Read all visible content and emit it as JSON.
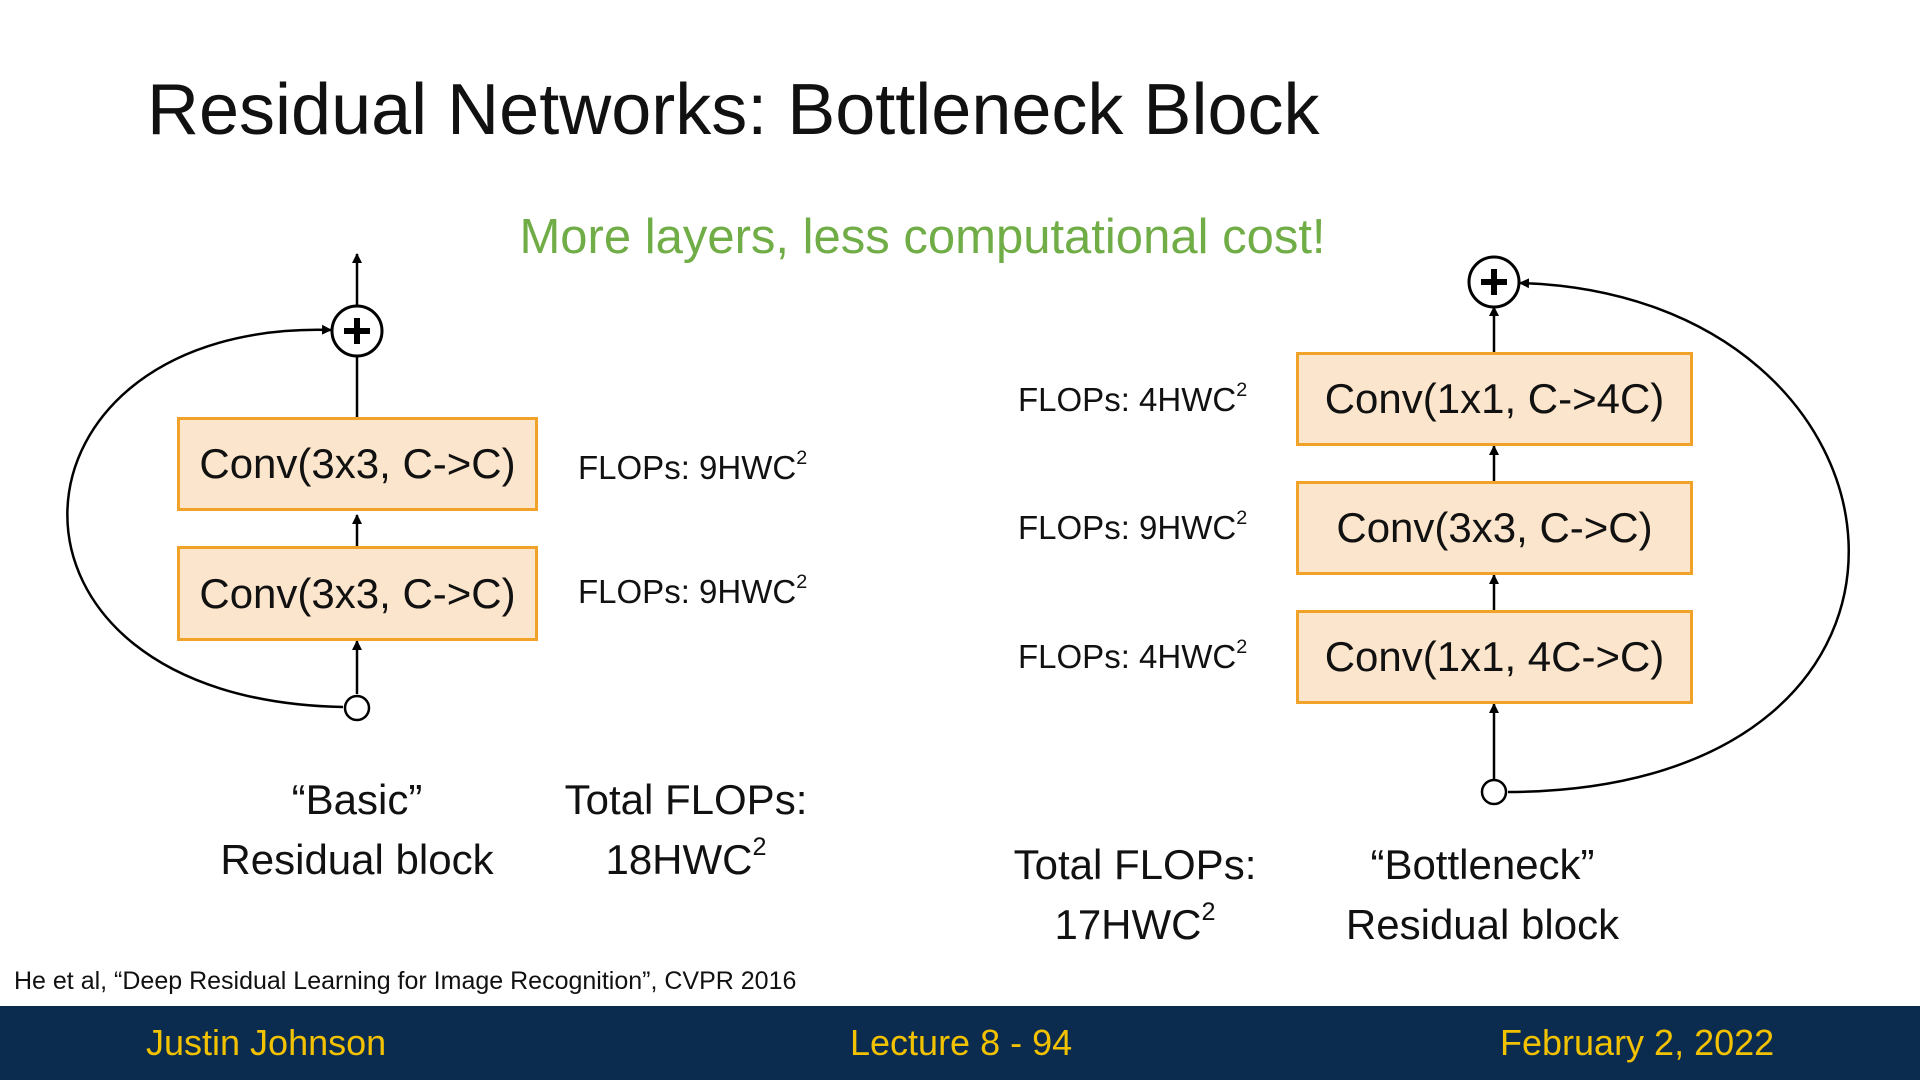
{
  "slide": {
    "title": "Residual Networks: Bottleneck Block",
    "subtitle": "More layers, less computational cost!",
    "citation": "He et al, “Deep Residual Learning for Image Recognition”, CVPR 2016"
  },
  "basic_block": {
    "layers": [
      {
        "label": "Conv(3x3, C->C)",
        "flops_prefix": "FLOPs: 9HWC",
        "flops_exp": "2"
      },
      {
        "label": "Conv(3x3, C->C)",
        "flops_prefix": "FLOPs: 9HWC",
        "flops_exp": "2"
      }
    ],
    "label_line1": "“Basic”",
    "label_line2": "Residual block",
    "total_line1": "Total FLOPs:",
    "total_base": "18HWC",
    "total_exp": "2"
  },
  "bottleneck_block": {
    "layers": [
      {
        "label": "Conv(1x1, C->4C)",
        "flops_prefix": "FLOPs: 4HWC",
        "flops_exp": "2"
      },
      {
        "label": "Conv(3x3, C->C)",
        "flops_prefix": "FLOPs: 9HWC",
        "flops_exp": "2"
      },
      {
        "label": "Conv(1x1, 4C->C)",
        "flops_prefix": "FLOPs: 4HWC",
        "flops_exp": "2"
      }
    ],
    "label_line1": "“Bottleneck”",
    "label_line2": "Residual block",
    "total_line1": "Total FLOPs:",
    "total_base": "17HWC",
    "total_exp": "2"
  },
  "footer": {
    "author": "Justin Johnson",
    "lecture": "Lecture 8 - 94",
    "date": "February 2, 2022"
  },
  "colors": {
    "accent_green": "#70ad47",
    "conv_fill": "#fbe5cc",
    "conv_border": "#f0a229",
    "footer_bg": "#0b2c4e",
    "footer_text": "#f2c200"
  }
}
